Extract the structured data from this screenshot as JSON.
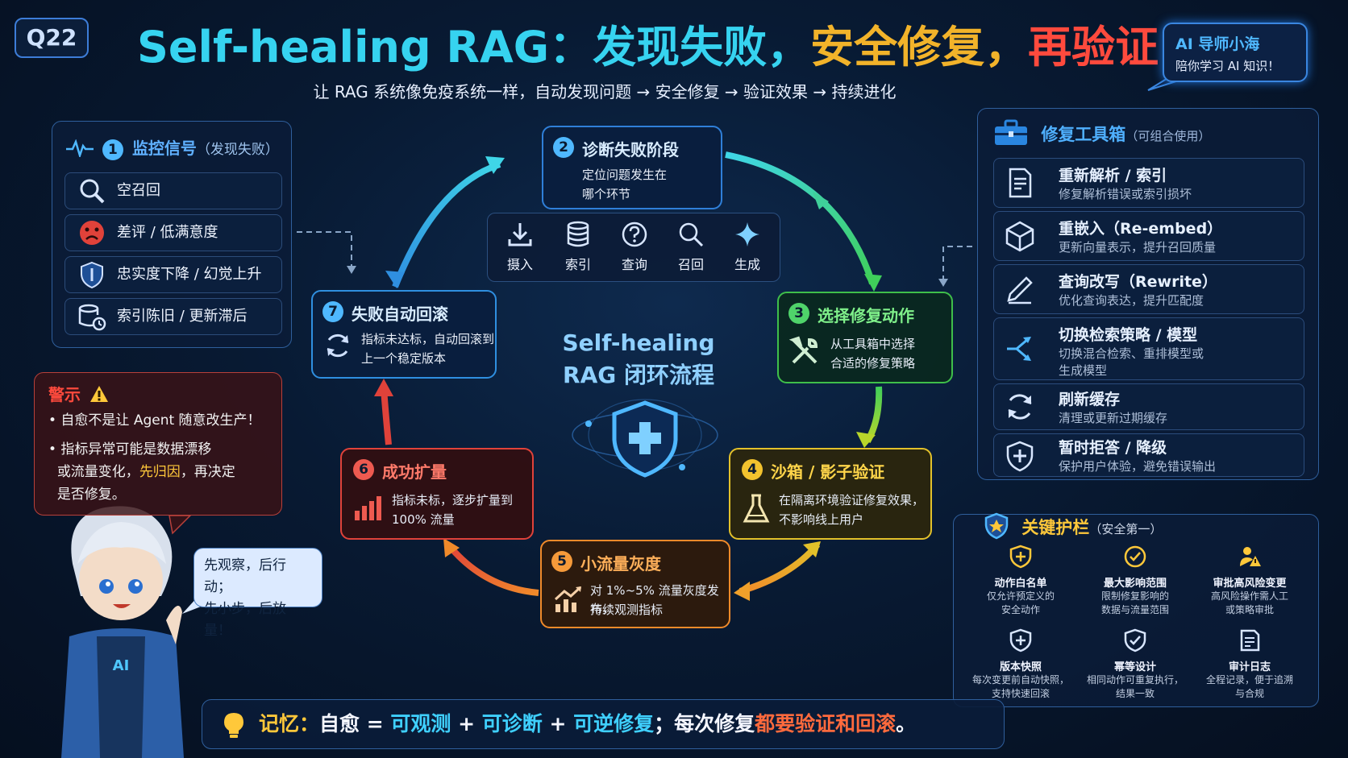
{
  "tag": "Q22",
  "title": {
    "part1": "Self-healing RAG：发现失败，",
    "part2": "安全修复，",
    "part3": "再验证"
  },
  "subtitle": "让 RAG 系统像免疫系统一样，自动发现问题 → 安全修复 → 验证效果 → 持续进化",
  "mentor": {
    "name": "AI 导师小海",
    "tagline": "陪你学习 AI 知识！"
  },
  "monitor": {
    "num": "1",
    "title": "监控信号",
    "note": "（发现失败）",
    "items": [
      {
        "label": "空召回",
        "icon": "search-icon"
      },
      {
        "label": "差评 / 低满意度",
        "icon": "sad-face-icon"
      },
      {
        "label": "忠实度下降 / 幻觉上升",
        "icon": "shield-icon"
      },
      {
        "label": "索引陈旧 / 更新滞后",
        "icon": "database-clock-icon"
      }
    ]
  },
  "warning": {
    "title": "警示",
    "item1": "• 自愈不是让 Agent 随意改生产！",
    "item2_a": "• 指标异常可能是数据漂移",
    "item2_b": "或流量变化，",
    "item2_hl": "先归因",
    "item2_c": "，再决定",
    "item2_d": "是否修复。"
  },
  "bubble": {
    "line1": "先观察，后行动；",
    "line2": "先小步，后放量！"
  },
  "stages": {
    "s2": {
      "num": "2",
      "title": "诊断失败阶段",
      "desc1": "定位问题发生在",
      "desc2": "哪个环节"
    },
    "s3": {
      "num": "3",
      "title": "选择修复动作",
      "desc1": "从工具箱中选择",
      "desc2": "合适的修复策略"
    },
    "s4": {
      "num": "4",
      "title": "沙箱 / 影子验证",
      "desc1": "在隔离环境验证修复效果，",
      "desc2": "不影响线上用户"
    },
    "s5": {
      "num": "5",
      "title": "小流量灰度",
      "desc1": "对 1%~5% 流量灰度发布，",
      "desc2": "持续观测指标"
    },
    "s6": {
      "num": "6",
      "title": "成功扩量",
      "desc1": "指标未标，逐步扩量到",
      "desc2": "100% 流量"
    },
    "s7": {
      "num": "7",
      "title": "失败自动回滚",
      "desc1": "指标未达标，自动回滚到",
      "desc2": "上一个稳定版本"
    }
  },
  "pipeline": [
    {
      "label": "摄入",
      "icon": "download-icon"
    },
    {
      "label": "索引",
      "icon": "database-icon"
    },
    {
      "label": "查询",
      "icon": "question-icon"
    },
    {
      "label": "召回",
      "icon": "search-icon"
    },
    {
      "label": "生成",
      "icon": "sparkle-icon"
    }
  ],
  "center": {
    "line1": "Self-healing",
    "line2": "RAG 闭环流程"
  },
  "toolbox": {
    "title": "修复工具箱",
    "note": "（可组合使用）",
    "items": [
      {
        "title": "重新解析 / 索引",
        "desc": "修复解析错误或索引损坏",
        "icon": "document-icon"
      },
      {
        "title": "重嵌入（Re-embed）",
        "desc": "更新向量表示，提升召回质量",
        "icon": "cube-icon"
      },
      {
        "title": "查询改写（Rewrite）",
        "desc": "优化查询表达，提升匹配度",
        "icon": "pencil-icon"
      },
      {
        "title": "切换检索策略 / 模型",
        "desc": "切换混合检索、重排模型或生成模型",
        "icon": "branch-icon"
      },
      {
        "title": "刷新缓存",
        "desc": "清理或更新过期缓存",
        "icon": "refresh-icon"
      },
      {
        "title": "暂时拒答 / 降级",
        "desc": "保护用户体验，避免错误输出",
        "icon": "shield-plus-icon"
      }
    ]
  },
  "guardrails": {
    "title": "关键护栏",
    "note": "（安全第一）",
    "items": [
      {
        "title": "动作白名单",
        "desc1": "仅允许预定义的",
        "desc2": "安全动作",
        "icon": "shield-plus-icon"
      },
      {
        "title": "最大影响范围",
        "desc1": "限制修复影响的",
        "desc2": "数据与流量范围",
        "icon": "check-circle-icon"
      },
      {
        "title": "审批高风险变更",
        "desc1": "高风险操作需人工",
        "desc2": "或策略审批",
        "icon": "person-warning-icon"
      },
      {
        "title": "版本快照",
        "desc1": "每次变更前自动快照，",
        "desc2": "支持快速回滚",
        "icon": "shield-plus-icon"
      },
      {
        "title": "幂等设计",
        "desc1": "相同动作可重复执行，",
        "desc2": "结果一致",
        "icon": "shield-check-icon"
      },
      {
        "title": "审计日志",
        "desc1": "全程记录，便于追溯",
        "desc2": "与合规",
        "icon": "log-icon"
      }
    ]
  },
  "memo": {
    "label": "记忆：",
    "p1": "自愈 = ",
    "p2": "可观测",
    "p3": " + ",
    "p4": "可诊断",
    "p5": " + ",
    "p6": "可逆修复",
    "p7": "；每次修复",
    "p8": "都要验证和回滚",
    "p9": "。"
  },
  "colors": {
    "cyan": "#36d3f0",
    "gold": "#f2b32a",
    "red": "#ff4a3d",
    "green": "#3fbf4a",
    "orange": "#f08a2a",
    "blue": "#2f7fd8"
  }
}
